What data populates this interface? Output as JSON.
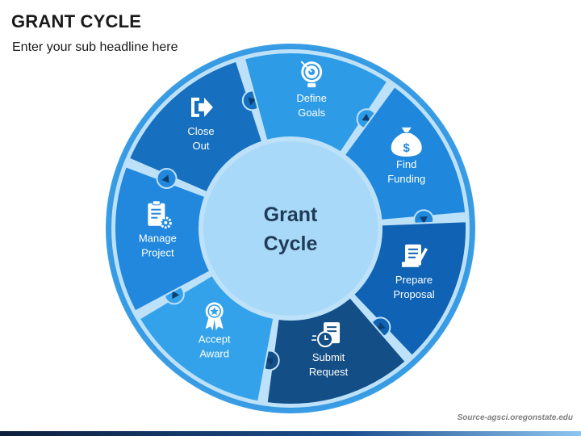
{
  "header": {
    "title": "GRANT CYCLE",
    "subtitle": "Enter your sub headline here"
  },
  "center": {
    "line1": "Grant",
    "line2": "Cycle"
  },
  "steps": [
    {
      "line1": "Close",
      "line2": "Out",
      "icon": "exit-arrow-icon",
      "color": "#1670bf"
    },
    {
      "line1": "Define",
      "line2": "Goals",
      "icon": "target-bulb-icon",
      "color": "#2d9be6"
    },
    {
      "line1": "Find",
      "line2": "Funding",
      "icon": "money-bag-icon",
      "color": "#1f88dd"
    },
    {
      "line1": "Prepare",
      "line2": "Proposal",
      "icon": "document-pen-icon",
      "color": "#0f62b4"
    },
    {
      "line1": "Submit",
      "line2": "Request",
      "icon": "document-clock-icon",
      "color": "#134e86"
    },
    {
      "line1": "Accept",
      "line2": "Award",
      "icon": "award-badge-icon",
      "color": "#33a2ea"
    },
    {
      "line1": "Manage",
      "line2": "Project",
      "icon": "clipboard-gear-icon",
      "color": "#2288de"
    }
  ],
  "colors": {
    "outer_ring": "#2b8fdf",
    "ring_gap": "#bde1f9",
    "center_fill": "#a9d9f8",
    "center_text": "#1f3b57"
  },
  "footer": {
    "source": "Source-agsci.oregonstate.edu"
  }
}
